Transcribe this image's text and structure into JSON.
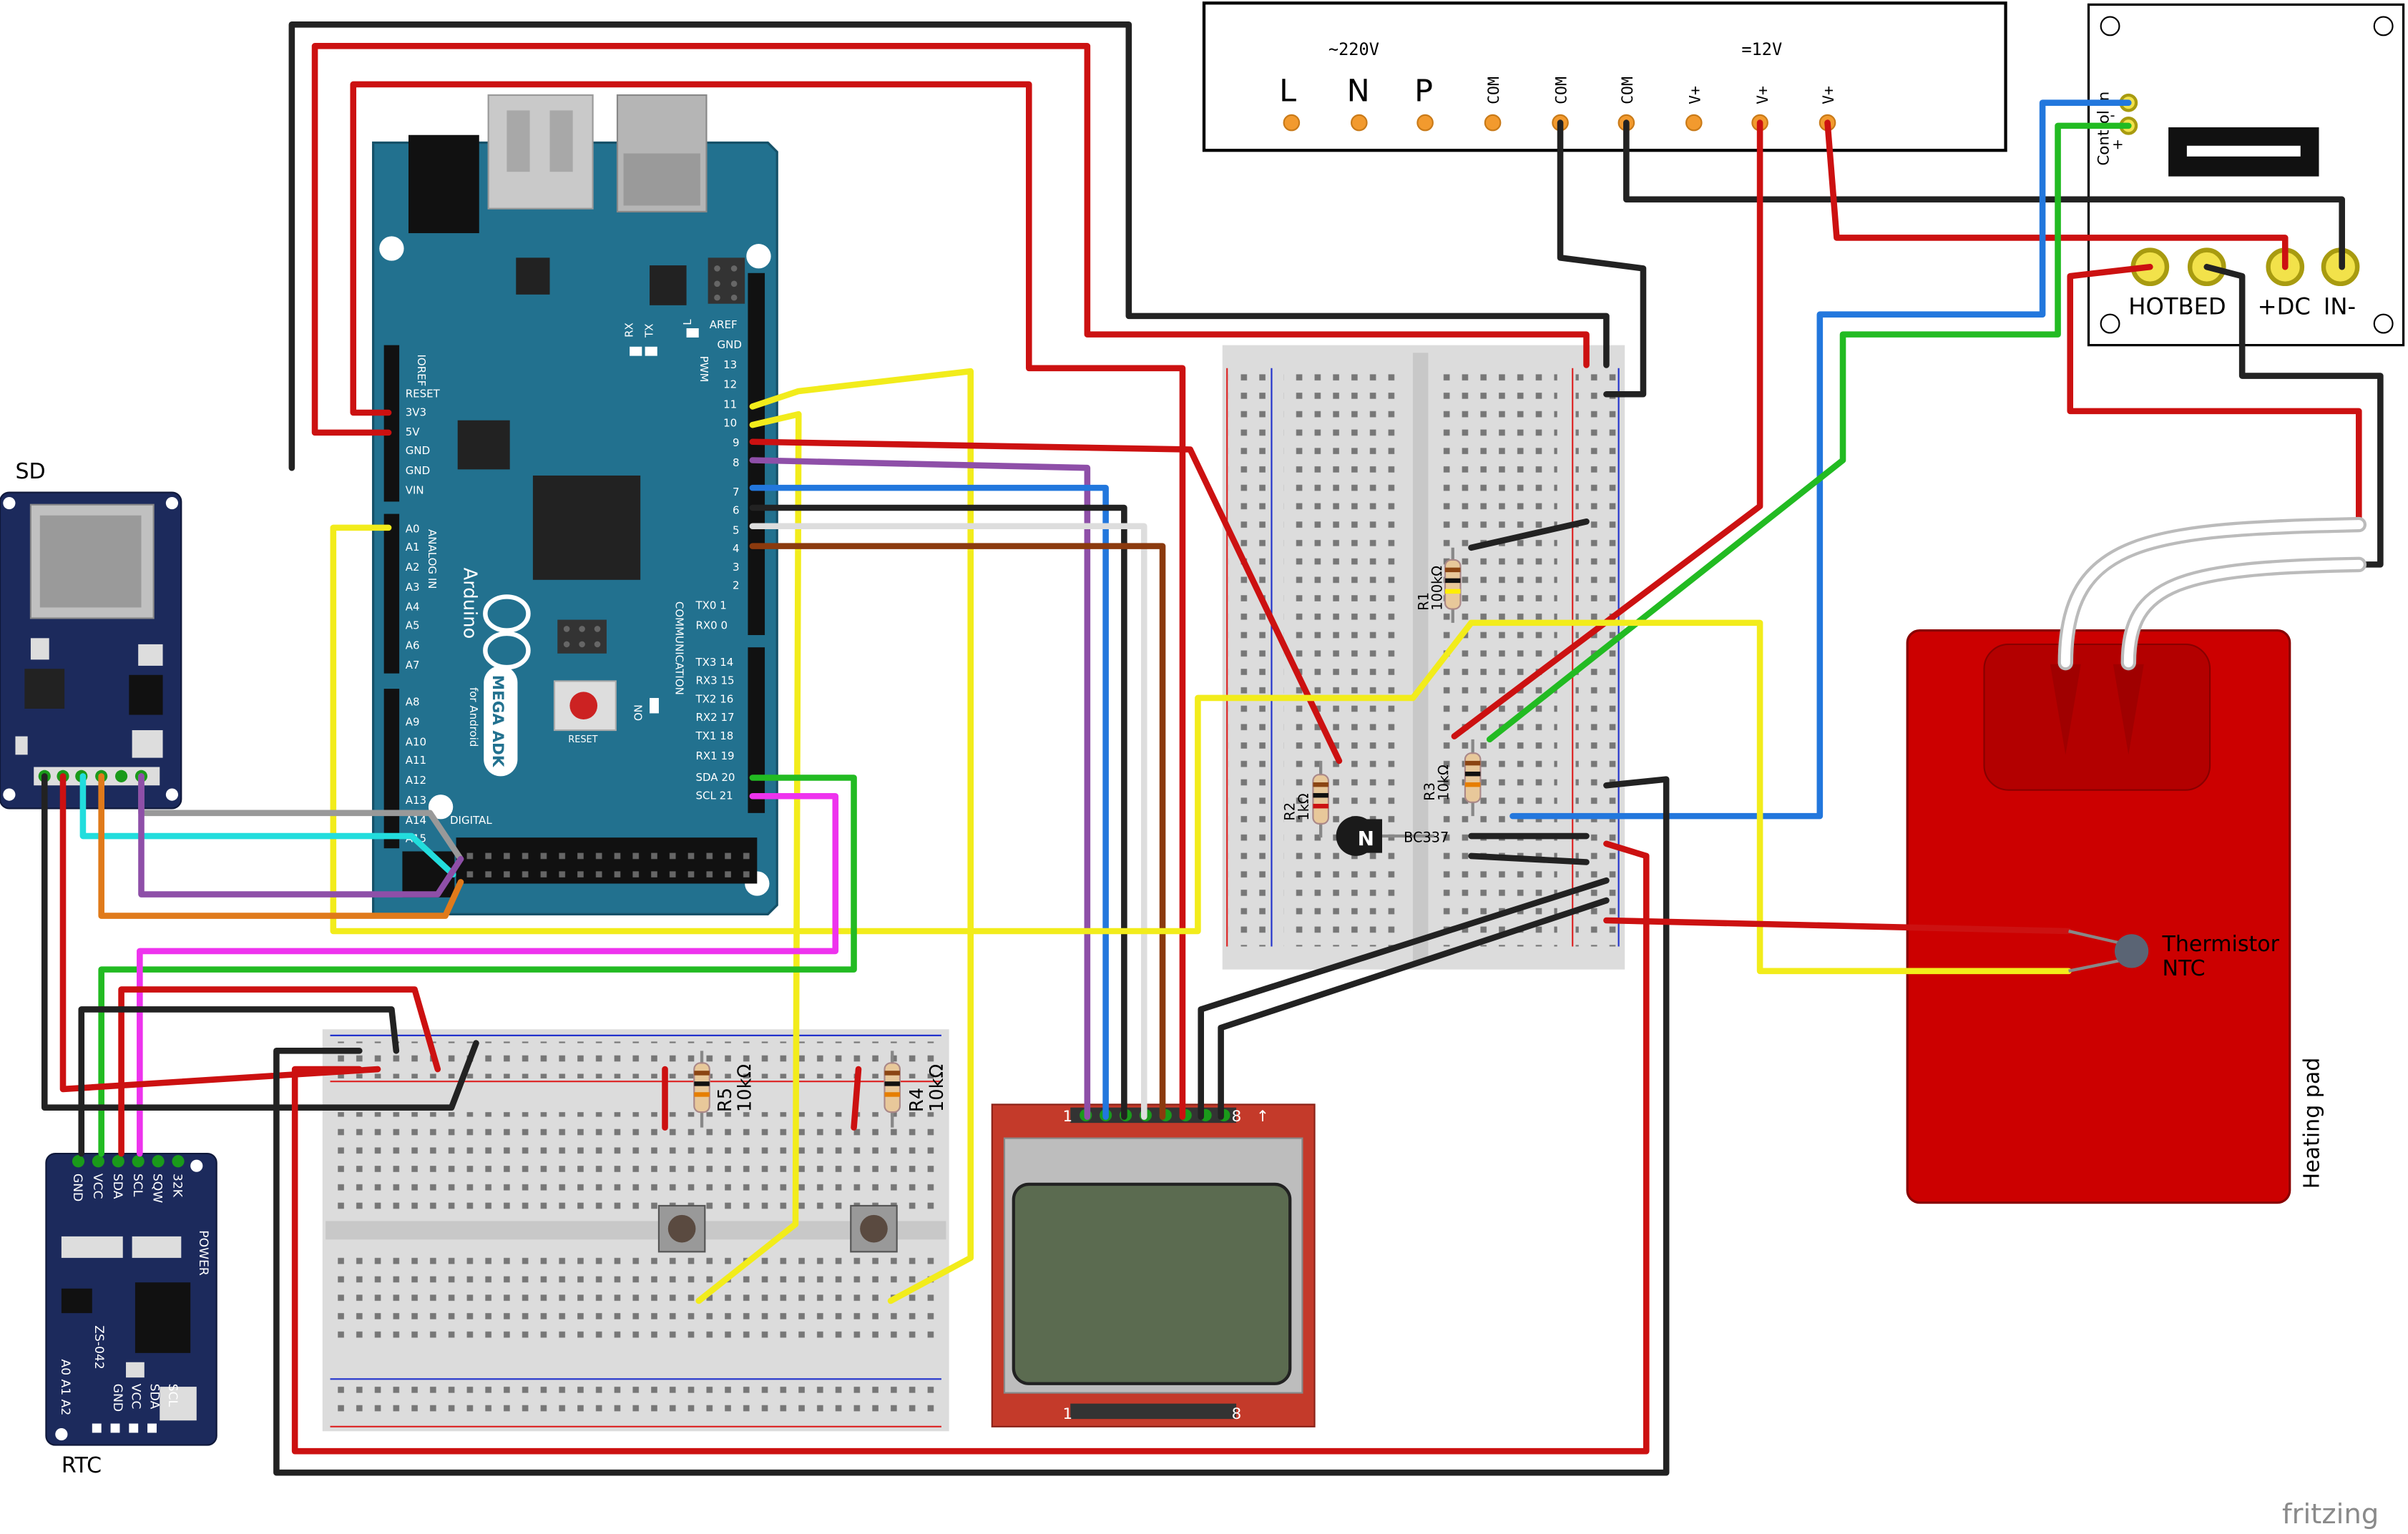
{
  "colors": {
    "arduino": "#22718f",
    "breadboard": "#dcdcdc",
    "rail_red": "#d22",
    "rail_blue": "#2233cc",
    "heating_pad": "#cc0000",
    "lcd_pcb": "#c43a2a",
    "lcd_screen": "#5b6b50",
    "sd_pcb": "#1c2a5c",
    "wire_red": "#cc1111",
    "wire_black": "#222222",
    "wire_yellow": "#f2ec1b",
    "wire_green": "#22bb22",
    "wire_blue": "#2277dd",
    "wire_purple": "#8e4fa8",
    "wire_magenta": "#ee33ee",
    "wire_cyan": "#22dddd",
    "wire_orange": "#e07a1a",
    "wire_brown": "#8b3a0e",
    "wire_white": "#dddddd",
    "wire_gray": "#999999"
  },
  "arduino": {
    "name_line1": "MEGA ADK",
    "name_line2": "for Android",
    "brand": "Arduino",
    "reset_label": "RESET",
    "on_label": "ON",
    "tx_label": "TX",
    "rx_label": "RX",
    "l_label": "L",
    "pwm_label": "PWM",
    "analog_label": "ANALOG IN",
    "digital_label": "DIGITAL",
    "comm_label": "COMMUNICATION",
    "power_pins": [
      "IOREF",
      "RESET",
      "3V3",
      "5V",
      "GND",
      "GND",
      "VIN"
    ],
    "analog_pins_a": [
      "A0",
      "A1",
      "A2",
      "A3",
      "A4",
      "A5",
      "A6",
      "A7"
    ],
    "analog_pins_b": [
      "A8",
      "A9",
      "A10",
      "A11",
      "A12",
      "A13",
      "A14",
      "A15"
    ],
    "pwm_pins": [
      "AREF",
      "GND",
      "13",
      "12",
      "11",
      "10",
      "9",
      "8"
    ],
    "pwm_pins2": [
      "7",
      "6",
      "5",
      "4",
      "3",
      "2",
      "TX0 1",
      "RX0 0"
    ],
    "comm_pins": [
      "TX3 14",
      "RX3 15",
      "TX2 16",
      "RX2 17",
      "TX1 18",
      "RX1 19",
      "SDA 20",
      "SCL 21"
    ]
  },
  "power_supply": {
    "ac_label": "~220V",
    "dc_label": "=12V",
    "terminals": [
      "L",
      "N",
      "P",
      "COM",
      "COM",
      "COM",
      "V+",
      "V+",
      "V+"
    ]
  },
  "controller": {
    "control_in_label": "Control in",
    "plus_label": "+",
    "minus_label": "-",
    "terminals": [
      "HOTBED",
      "+DC",
      "IN-"
    ]
  },
  "sd": {
    "label": "SD"
  },
  "rtc": {
    "label": "RTC",
    "model": "ZS-042",
    "power": "POWER",
    "top_pins": [
      "GND",
      "VCC",
      "SDA",
      "SCL",
      "SQW",
      "32K"
    ],
    "bottom_pins": [
      "SCL",
      "SDA",
      "VCC",
      "GND"
    ],
    "addr_pins": "A0 A1 A2"
  },
  "resistors": [
    {
      "name": "R1",
      "value": "100kΩ"
    },
    {
      "name": "R2",
      "value": "1kΩ"
    },
    {
      "name": "R3",
      "value": "10kΩ"
    },
    {
      "name": "R4",
      "value": "10kΩ"
    },
    {
      "name": "R5",
      "value": "10kΩ"
    }
  ],
  "transistor": {
    "label": "BC337"
  },
  "thermistor": {
    "line1": "Thermistor",
    "line2": "NTC"
  },
  "heating_pad": {
    "label": "Heating pad"
  },
  "lcd": {
    "pin_first": "1",
    "pin_last": "8",
    "arrow": "↑"
  },
  "watermark": "fritzing"
}
